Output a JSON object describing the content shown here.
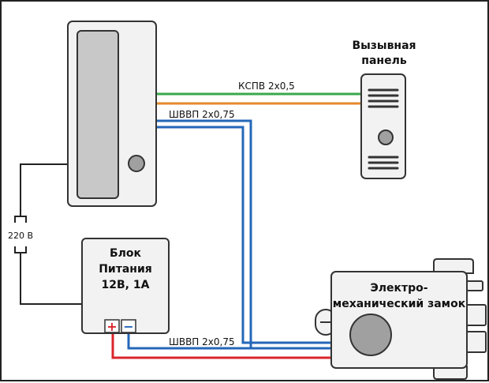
{
  "colors": {
    "green": "#3aa84a",
    "orange": "#e58a2c",
    "blue": "#2467b8",
    "red": "#d9252a",
    "wire_black": "#222222",
    "device_fill": "#f2f2f2",
    "device_stroke": "#333333",
    "inner_fill": "#c8c8c8",
    "knob_fill": "#a0a0a0"
  },
  "cables": {
    "kspv": "КСПВ 2х0,5",
    "shvvp_top": "ШВВП 2х0,75",
    "shvvp_bottom": "ШВВП 2х0,75"
  },
  "call_panel": {
    "title_line1": "Вызывная",
    "title_line2": "панель"
  },
  "power_supply": {
    "line1": "Блок",
    "line2": "Питания",
    "line3": "12В, 1А",
    "plus": "+",
    "minus": "−"
  },
  "mains": {
    "label": "220 В"
  },
  "lock": {
    "line1": "Электро-",
    "line2": "механический замок"
  }
}
